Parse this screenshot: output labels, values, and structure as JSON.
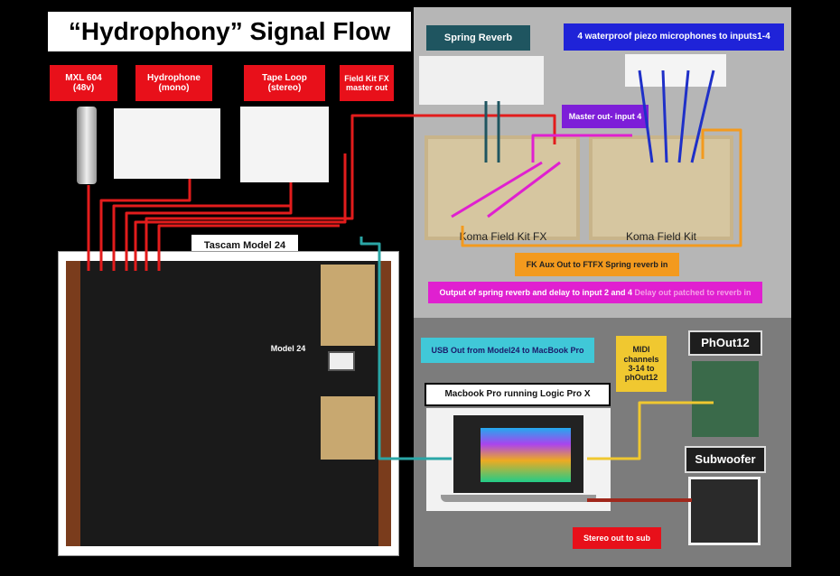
{
  "title": "“Hydrophony” Signal Flow",
  "labels": {
    "mxl": "MXL 604\n(48v)",
    "hydrophone": "Hydrophone\n(mono)",
    "tape_loop": "Tape Loop\n(stereo)",
    "field_kit_fx_out": "Field Kit FX\nmaster out",
    "spring_reverb": "Spring Reverb",
    "piezo": "4 waterproof piezo microphones to inputs1-4",
    "master_out": "Master out- input 4",
    "koma_fx": "Koma Field Kit FX",
    "koma_kit": "Koma Field Kit",
    "tascam": "Tascam Model 24",
    "fk_aux": "FK Aux Out to FTFX Spring reverb in",
    "spring_output": "Output of spring reverb and delay to input 2 and 4",
    "delay_patch": "Delay out patched to reverb in",
    "usb_out": "USB Out from Model24 to MacBook Pro",
    "midi": "MIDI\nchannels\n3-14 to\nphOut12",
    "phout": "PhOut12",
    "macbook": "Macbook Pro running Logic Pro X",
    "subwoofer": "Subwoofer",
    "stereo_sub": "Stereo out to sub",
    "mixer_brand": "Model 24"
  },
  "colors": {
    "red_label": "#e8101a",
    "signal_red": "#e21c1c",
    "teal": "#2aa6a6",
    "dark_teal": "#1f5560",
    "purple_label": "#7d1ed8",
    "magenta": "#e020d0",
    "orange": "#f39a1e",
    "blue_label": "#1f23d8",
    "blue_cable": "#1f30c8",
    "yellow": "#f0c830",
    "usb_teal": "#40c8d8",
    "gray_top": "#b4b4b4",
    "gray_bottom": "#7a7a7a"
  }
}
